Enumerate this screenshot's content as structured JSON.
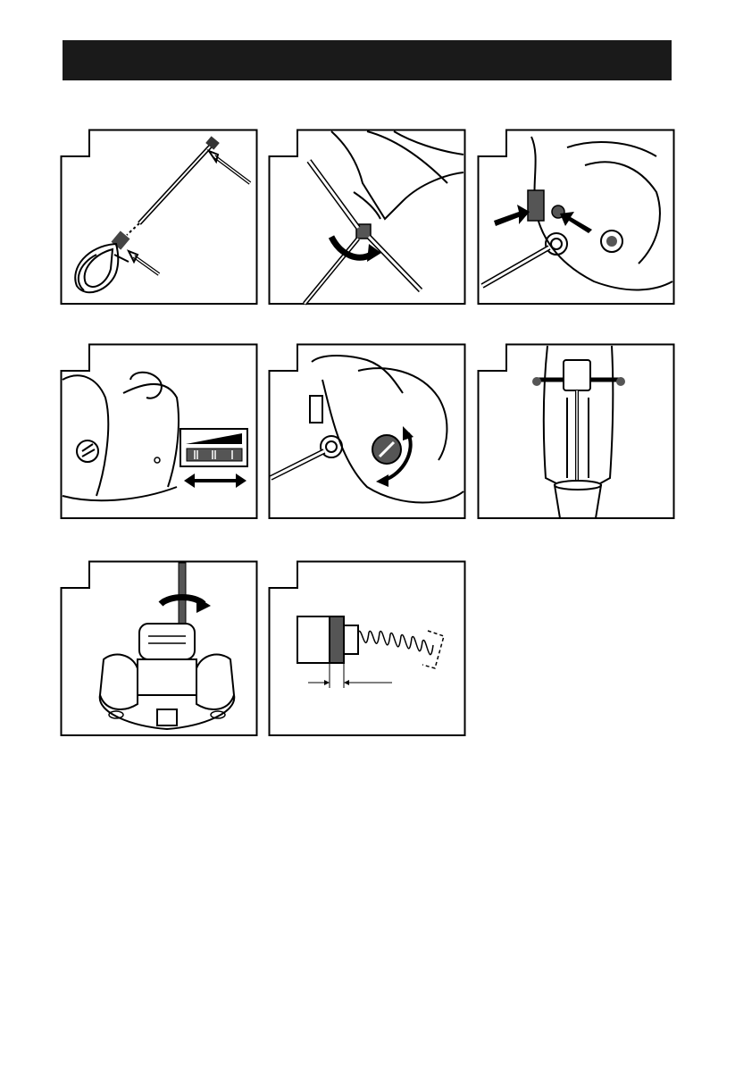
{
  "header": {
    "title": ""
  },
  "figures": [
    {
      "id": "fig-1",
      "number": "",
      "subject": "mixing-paddle-and-spanners"
    },
    {
      "id": "fig-2",
      "number": "",
      "subject": "tighten-paddle-with-spanners"
    },
    {
      "id": "fig-3",
      "number": "",
      "subject": "press-spindle-lock-button"
    },
    {
      "id": "fig-4",
      "number": "",
      "subject": "speed-control-wheel"
    },
    {
      "id": "fig-5",
      "number": "",
      "subject": "gear-selector-knob"
    },
    {
      "id": "fig-6",
      "number": "",
      "subject": "operator-mixing-in-bucket"
    },
    {
      "id": "fig-7",
      "number": "",
      "subject": "unscrew-brush-cap"
    },
    {
      "id": "fig-8",
      "number": "",
      "subject": "carbon-brush-wear-check"
    }
  ],
  "colors": {
    "ink": "#000000",
    "shade": "#555555",
    "paper": "#ffffff",
    "title_bar": "#1a1a1a"
  }
}
